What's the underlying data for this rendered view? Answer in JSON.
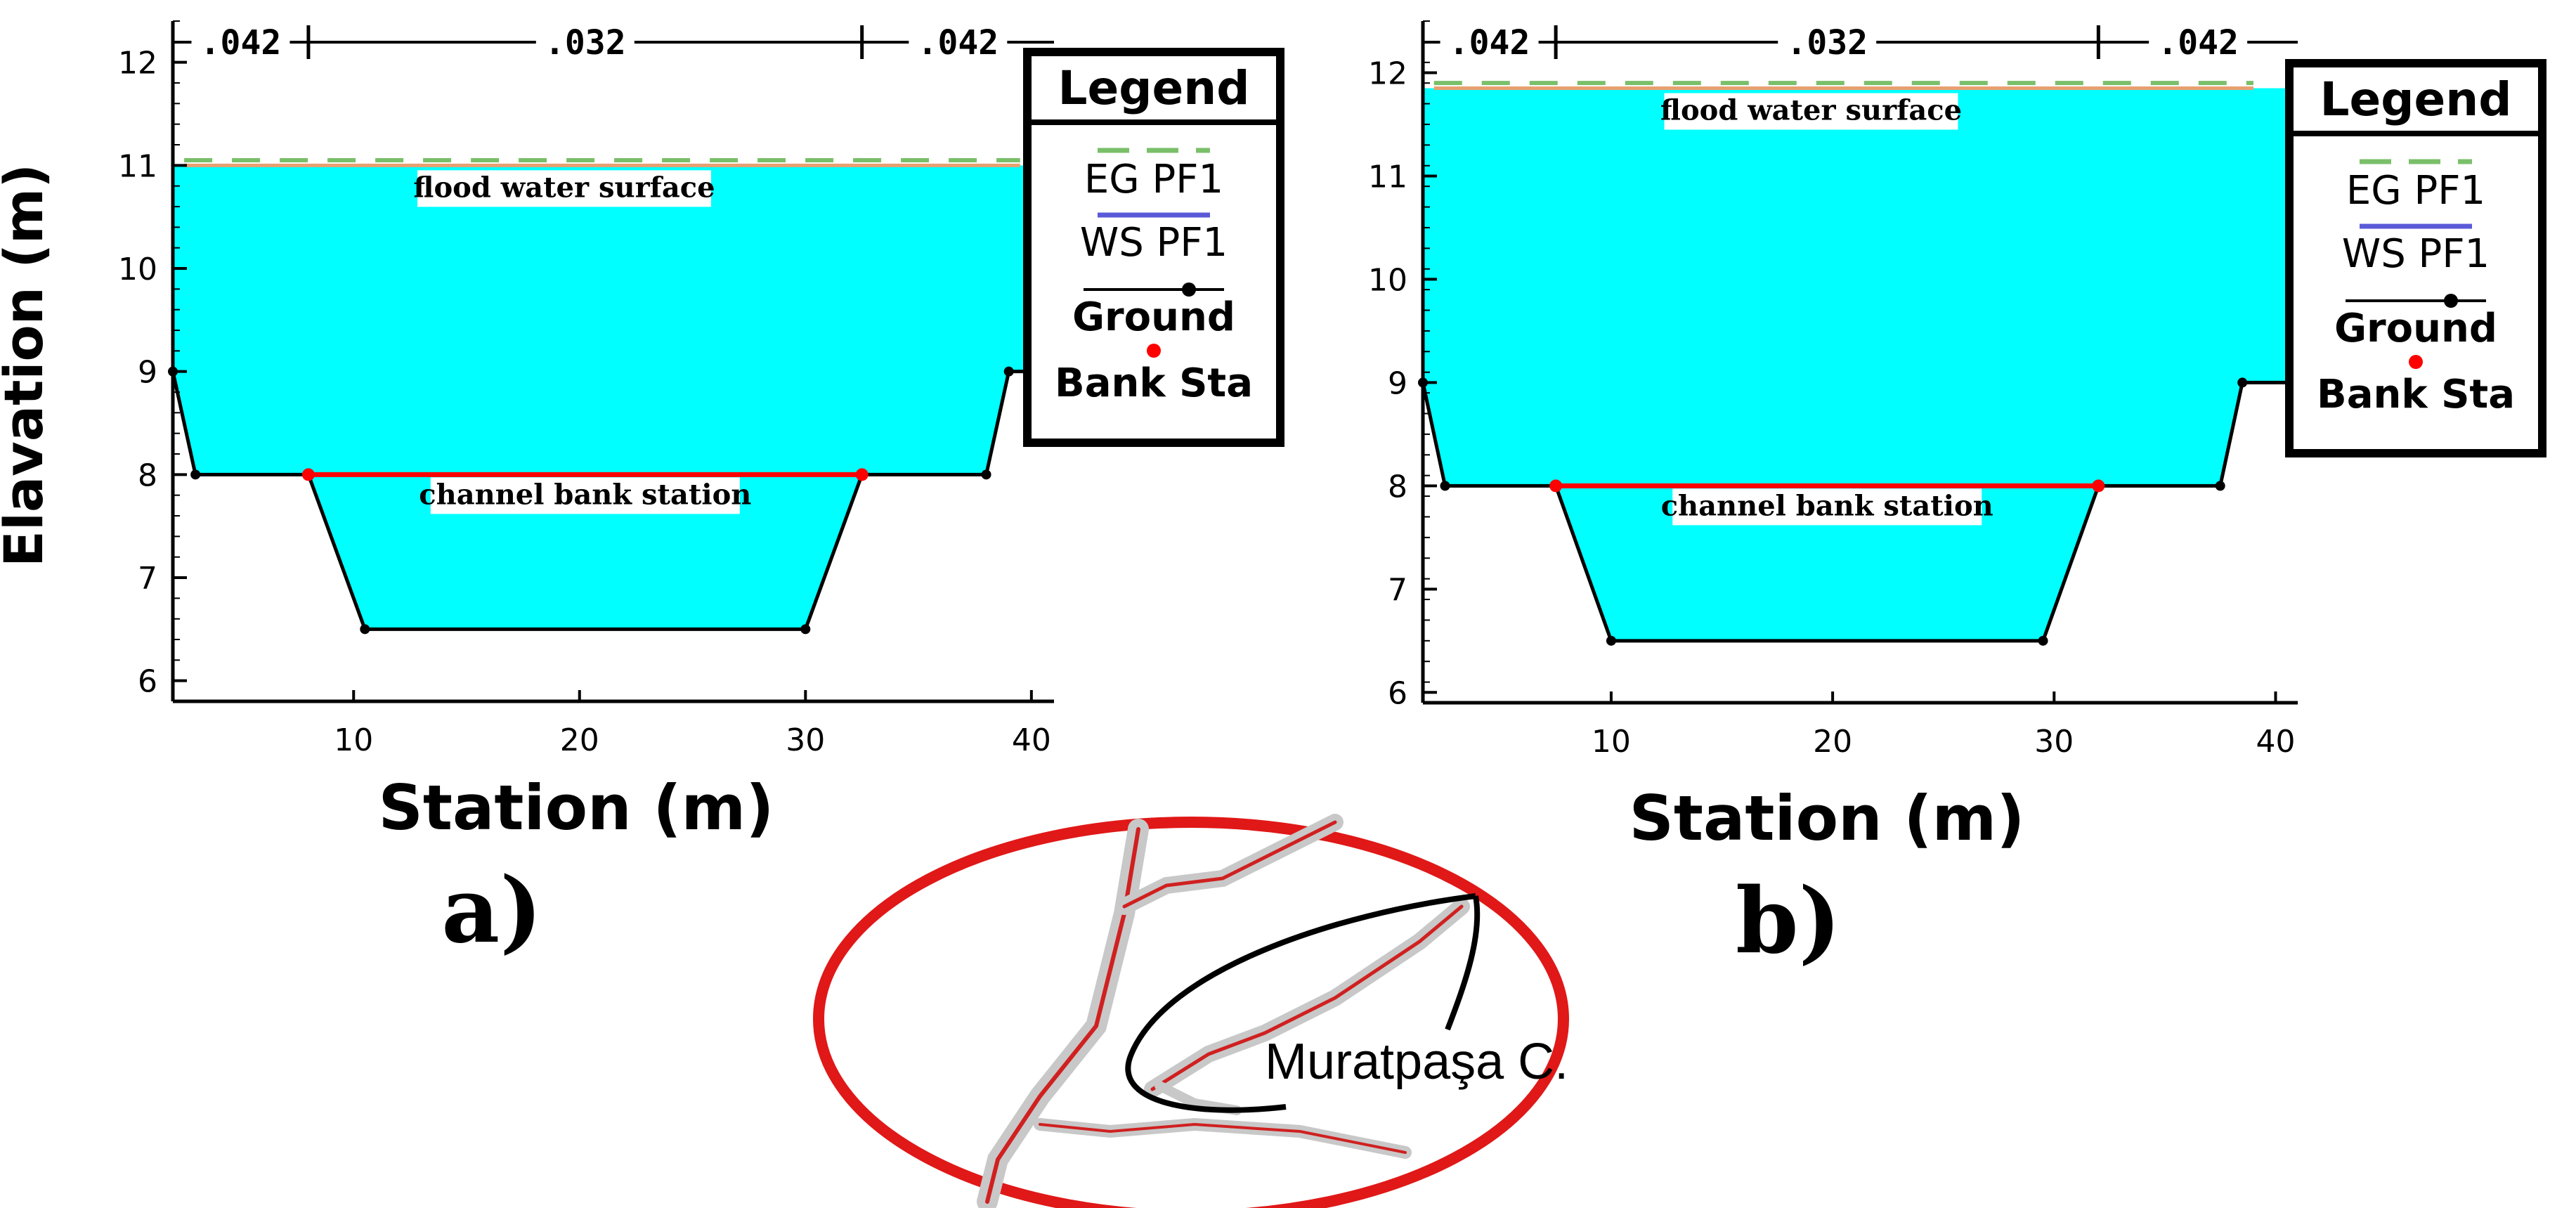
{
  "colors": {
    "water": "#00FFFF",
    "eg_line": "#7ABF6A",
    "ws_line": "#5A5AD8",
    "ground": "#000000",
    "bank_station": "#FF0000",
    "inset_ellipse": "#E01818",
    "ws_edge": "#E8A070"
  },
  "chart_data": [
    {
      "type": "area",
      "panel_label": "a)",
      "xlabel": "Station (m)",
      "ylabel": "Elavation (m)",
      "xlim": [
        2,
        41
      ],
      "ylim": [
        5.8,
        12.4
      ],
      "xticks": [
        10,
        20,
        30,
        40
      ],
      "yticks": [
        6,
        7,
        8,
        9,
        10,
        11,
        12
      ],
      "ground": {
        "x": [
          0,
          3,
          8,
          10.5,
          30,
          32.5,
          38,
          39,
          42
        ],
        "y": [
          9,
          8,
          8,
          6.5,
          6.5,
          8,
          8,
          9,
          9
        ]
      },
      "bank_stations": [
        {
          "x": 8,
          "y": 8
        },
        {
          "x": 32.5,
          "y": 8
        }
      ],
      "water_surface_elevation": 11.0,
      "energy_grade_elevation": 11.05,
      "manning_n": [
        {
          "from": 2,
          "to": 8,
          "label": ".042"
        },
        {
          "from": 8,
          "to": 32.5,
          "label": ".032"
        },
        {
          "from": 32.5,
          "to": 41,
          "label": ".042"
        }
      ],
      "annotations": [
        "flood water surface",
        "channel bank station"
      ],
      "legend": {
        "title": "Legend",
        "entries": [
          "EG PF1",
          "WS PF1",
          "Ground",
          "Bank Sta"
        ]
      }
    },
    {
      "type": "area",
      "panel_label": "b)",
      "xlabel": "Station (m)",
      "ylabel": "",
      "xlim": [
        1.5,
        41
      ],
      "ylim": [
        5.9,
        12.5
      ],
      "xticks": [
        10,
        20,
        30,
        40
      ],
      "yticks": [
        6,
        7,
        8,
        9,
        10,
        11,
        12
      ],
      "ground": {
        "x": [
          1.5,
          2.5,
          7.5,
          10,
          29.5,
          32,
          37.5,
          38.5,
          41
        ],
        "y": [
          9,
          8,
          8,
          6.5,
          6.5,
          8,
          8,
          9,
          9
        ]
      },
      "bank_stations": [
        {
          "x": 7.5,
          "y": 8
        },
        {
          "x": 32,
          "y": 8
        }
      ],
      "water_surface_elevation": 11.85,
      "energy_grade_elevation": 11.9,
      "manning_n": [
        {
          "from": 1.5,
          "to": 7.5,
          "label": ".042"
        },
        {
          "from": 7.5,
          "to": 32,
          "label": ".032"
        },
        {
          "from": 32,
          "to": 41,
          "label": ".042"
        }
      ],
      "annotations": [
        "flood water surface",
        "channel bank station"
      ],
      "legend": {
        "title": "Legend",
        "entries": [
          "EG PF1",
          "WS PF1",
          "Ground",
          "Bank Sta"
        ]
      }
    }
  ],
  "inset": {
    "label": "Muratpaşa C."
  }
}
